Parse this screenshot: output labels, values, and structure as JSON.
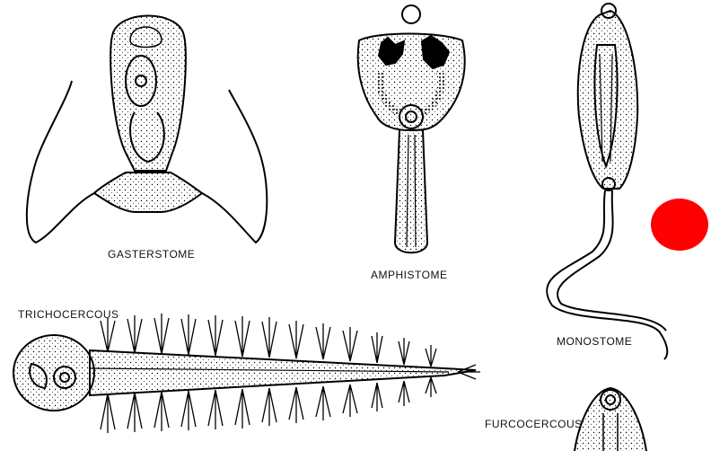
{
  "labels": {
    "gasterstome": "GASTERSTOME",
    "amphistome": "AMPHISTOME",
    "monostome": "MONOSTOME",
    "trichocercous": "TRICHOCERCOUS",
    "furcocercous": "FURCOCERCOUS"
  },
  "marker": {
    "color": "#ff0000"
  }
}
